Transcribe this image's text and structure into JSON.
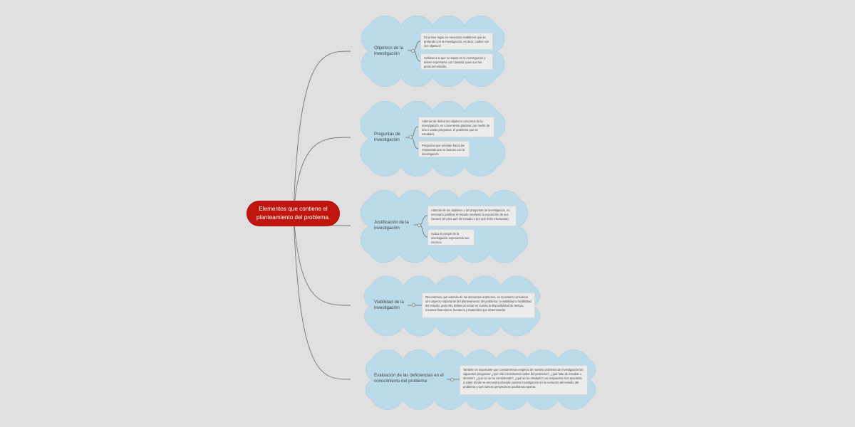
{
  "root": {
    "label": "Elementos que contiene el planteamiento del problema."
  },
  "branches": [
    {
      "title": "Objetivos de la investigación",
      "notes": [
        "En primer lugar, es necesario establecer qué se pretende con la investigación, es decir, cuáles son sus objetivos.",
        "Señalan a lo que se aspira en la investigación y deben expresarse con claridad, pues son las guías del estudio."
      ]
    },
    {
      "title": "Preguntas de investigación",
      "notes": [
        "Además de definir los objetivos concretos de la investigación, es conveniente plantear, por medio de una o varias preguntas, el problema que se estudiará.",
        "Preguntas que orientan hacia las respuestas que se buscan con la investigación."
      ]
    },
    {
      "title": "Justificación de la investigación",
      "notes": [
        "Además de los objetivos y las preguntas de investigación, es necesario justificar el estudio mediante la exposición de sus razones (el para qué del estudio o por qué debe efectuarse).",
        "Indica el porqué de la investigación exponiendo sus razones."
      ]
    },
    {
      "title": "Viabilidad de la investigación",
      "notes": [
        "Recordemos que además de los elementos anteriores, es necesario considerar otro aspecto importante del planteamiento del problema: la viabilidad o factibilidad del estudio; para ello, debemos tomar en cuenta la disponibilidad de tiempo, recursos financieros, humanos y materiales que determinarán."
      ]
    },
    {
      "title": "Evaluación de las deficiencias en el conocimiento del problema",
      "notes": [
        "También es importante que consideremos respecto de nuestro problema de investigación las siguientes preguntas: ¿qué más necesitamos saber del problema?, ¿qué falta de estudiar o abordar?, ¿qué no se ha considerado?, ¿qué se ha olvidado? Las respuestas nos ayudarán a saber dónde se encuentra ubicada nuestra investigación en la evolución del estudio del problema y qué nuevas perspectivas podríamos aportar."
      ]
    }
  ],
  "colors": {
    "background": "#e0e0e0",
    "cloud": "#bcdbea",
    "root": "#c0160e",
    "note": "#ececec",
    "connector": "#777777"
  }
}
